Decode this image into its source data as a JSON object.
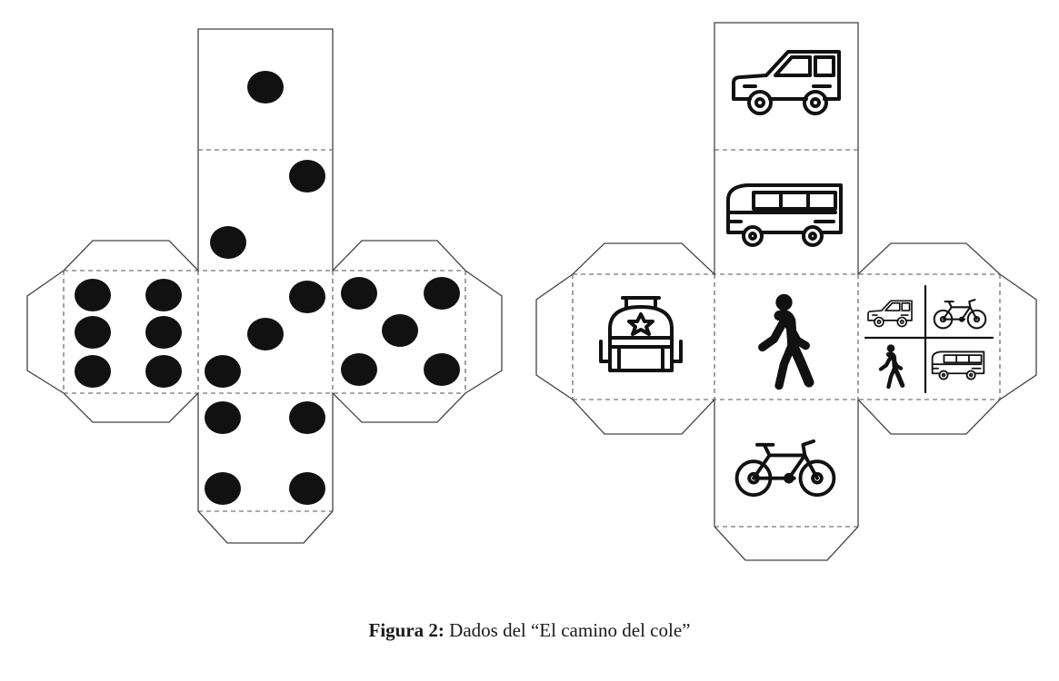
{
  "caption": {
    "label": "Figura 2:",
    "text": " Dados del “El camino del cole”"
  },
  "dice": [
    {
      "kind": "dots",
      "faces": [
        {
          "face": "top",
          "value": 1
        },
        {
          "face": "upper",
          "value": 2
        },
        {
          "face": "left",
          "value": 6
        },
        {
          "face": "center",
          "value": 3
        },
        {
          "face": "right",
          "value": 5
        },
        {
          "face": "bottom",
          "value": 4
        }
      ]
    },
    {
      "kind": "pictograms",
      "faces": [
        {
          "face": "top",
          "icon": "car-icon"
        },
        {
          "face": "upper",
          "icon": "bus-icon"
        },
        {
          "face": "left",
          "icon": "backpack-icon"
        },
        {
          "face": "center",
          "icon": "walking-person-icon"
        },
        {
          "face": "right",
          "icon": "four-transport-modes-icon"
        },
        {
          "face": "bottom",
          "icon": "bicycle-icon"
        }
      ]
    }
  ]
}
